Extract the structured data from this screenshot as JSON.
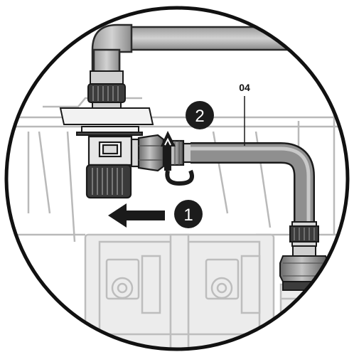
{
  "diagram": {
    "part_label": "04",
    "steps": [
      {
        "number": "1",
        "action": "push-left-arrow"
      },
      {
        "number": "2",
        "action": "rotate-up-arrow"
      }
    ],
    "colors": {
      "outline": "#111111",
      "background_lines": "#b5b5b5",
      "hose": "#8f8f8f",
      "fitting_dark": "#3c3c3c",
      "badge": "#1c1c1c"
    }
  }
}
